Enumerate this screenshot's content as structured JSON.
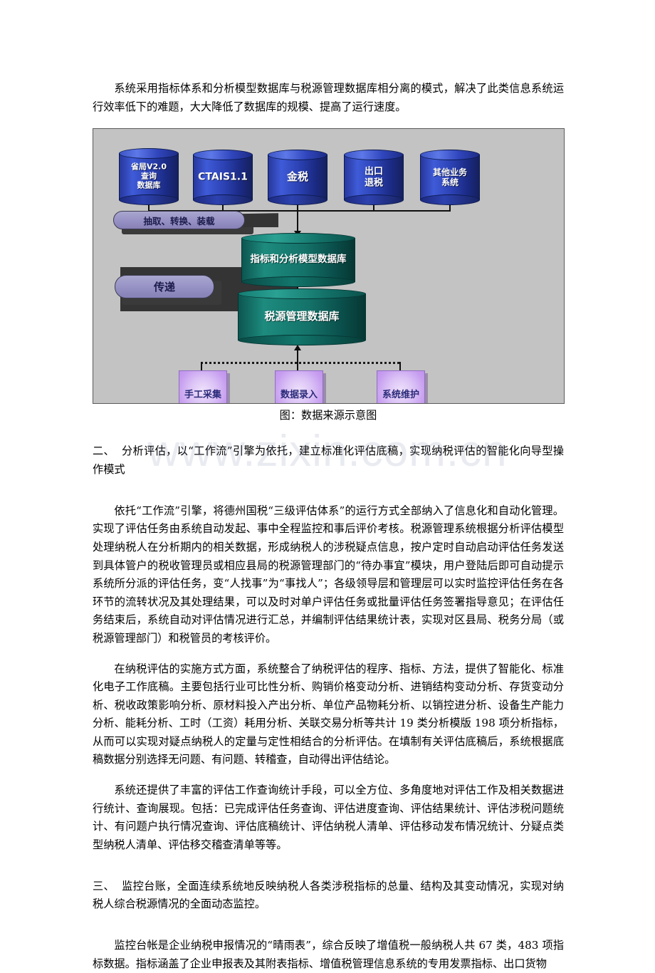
{
  "watermark": {
    "text": "www.zixin.com.cn"
  },
  "paragraphs": {
    "intro": "系统采用指标体系和分析模型数据库与税源管理数据库相分离的模式，解决了此类信息系统运行效率低下的难题，大大降低了数据库的规模、提高了运行速度。",
    "section_two_num": "二、",
    "section_two_title": "分析评估，以“工作流”引擎为依托，建立标准化评估底稿，实现纳税评估的智能化向导型操作模式",
    "p_workflow": "依托“工作流”引擎，将德州国税“三级评估体系”的运行方式全部纳入了信息化和自动化管理。实现了评估任务由系统自动发起、事中全程监控和事后评价考核。税源管理系统根据分析评估模型处理纳税人在分析期内的相关数据，形成纳税人的涉税疑点信息，按户定时自动启动评估任务发送到具体管户的税收管理员或相应县局的税源管理部门的“待办事宜”模块，用户登陆后即可自动提示系统所分派的评估任务，变“人找事”为“事找人”；各级领导层和管理层可以实时监控评估任务在各环节的流转状况及其处理结果，可以及时对单户评估任务或批量评估任务签署指导意见；在评估任务结束后，系统自动对评估情况进行汇总，并编制评估结果统计表，实现对区县局、税务分局（或税源管理部门）和税管员的考核评价。",
    "p_method": "在纳税评估的实施方式方面，系统整合了纳税评估的程序、指标、方法，提供了智能化、标准化电子工作底稿。主要包括行业可比性分析、购销价格变动分析、进销结构变动分析、存货变动分析、税收政策影响分析、原材料投入产出分析、单位产品物耗分析、以销控进分析、设备生产能力分析、能耗分析、工时（工资）耗用分析、关联交易分析等共计 19 类分析模版 198 项分析指标，从而可以实现对疑点纳税人的定量与定性相结合的分析评估。在填制有关评估底稿后，系统根据底稿数据分别选择无问题、有问题、转稽查，自动得出评估结论。",
    "p_query": "系统还提供了丰富的评估工作查询统计手段，可以全方位、多角度地对评估工作及相关数据进行统计、查询展现。包括：已完成评估任务查询、评估进度查询、评估结果统计、评估涉税问题统计、有问题户执行情况查询、评估底稿统计、评估纳税人清单、评估移动发布情况统计、分疑点类型纳税人清单、评估移交稽查清单等等。",
    "section_three_num": "三、",
    "section_three_title": "监控台账，全面连续系统地反映纳税人各类涉税指标的总量、结构及其变动情况，实现对纳税人综合税源情况的全面动态监控。",
    "p_ledger": "监控台帐是企业纳税申报情况的“晴雨表”，综合反映了增值税一般纳税人共 67 类，483 项指标数据。指标涵盖了企业申报表及其附表指标、增值税管理信息系统的专用发票指标、出口货物"
  },
  "figure": {
    "caption": "图：数据来源示意图",
    "background_color": "#c3c3c3",
    "source_databases": [
      {
        "id": "db-provincial",
        "label": "省局V2.0\n查询\n数据库",
        "color": "#2c42b4"
      },
      {
        "id": "db-ctais",
        "label": "CTAIS1.1",
        "color": "#2c42b4"
      },
      {
        "id": "db-goldtax",
        "label": "金税",
        "color": "#2c42b4"
      },
      {
        "id": "db-export-refund",
        "label": "出口\n退税",
        "color": "#2c42b4"
      },
      {
        "id": "db-other-business",
        "label": "其他业务\n系统",
        "color": "#2c42b4"
      }
    ],
    "process_labels": [
      {
        "id": "etl",
        "label": "抽取、转换、装载",
        "color": "#9691c4"
      },
      {
        "id": "transfer",
        "label": "传递",
        "color": "#9691c4"
      }
    ],
    "warehouses": [
      {
        "id": "model-db",
        "label": "指标和分析模型数据库",
        "color": "#14736a"
      },
      {
        "id": "source-mgmt-db",
        "label": "税源管理数据库",
        "color": "#14736a"
      }
    ],
    "manual_inputs": [
      {
        "id": "manual-collect",
        "label": "手工采集",
        "color": "#c79ef0"
      },
      {
        "id": "data-entry",
        "label": "数据录入",
        "color": "#c79ef0"
      },
      {
        "id": "system-maintenance",
        "label": "系统维护",
        "color": "#c79ef0"
      }
    ]
  }
}
